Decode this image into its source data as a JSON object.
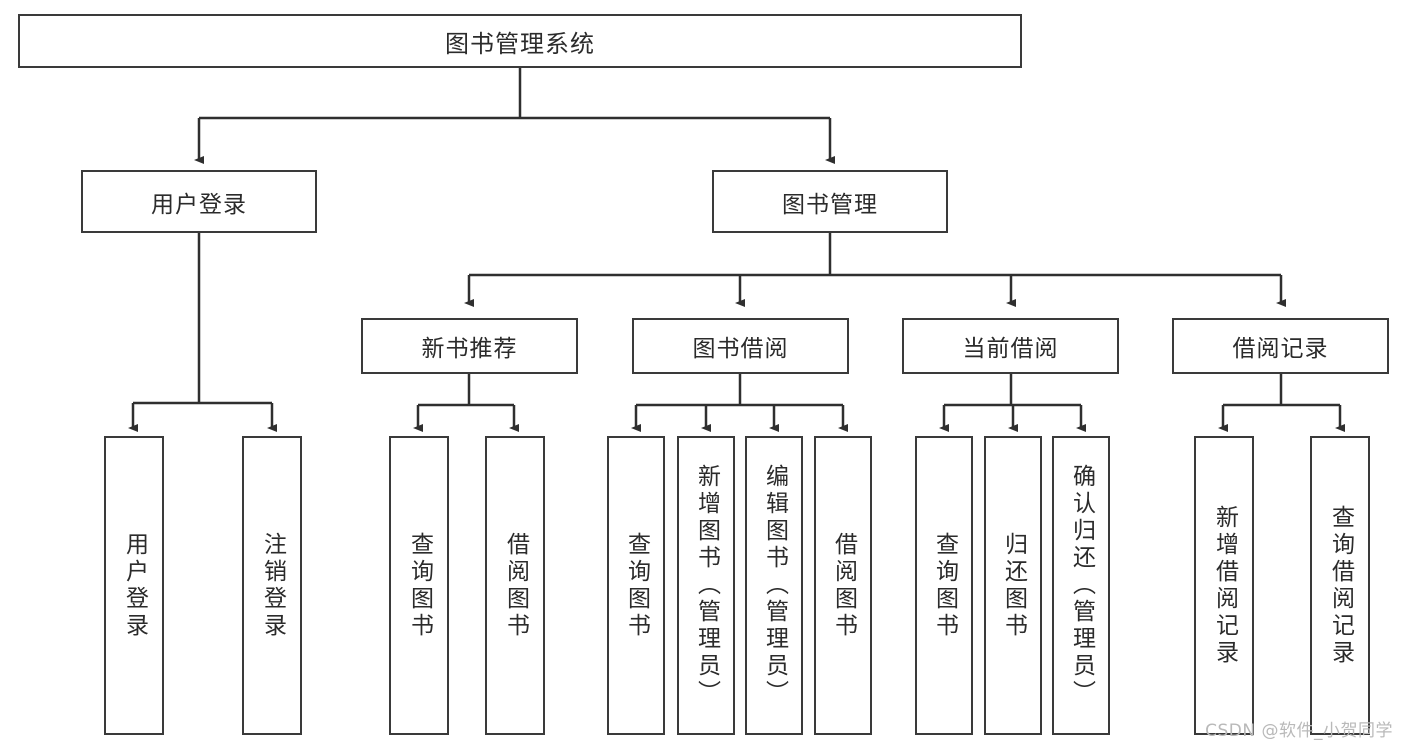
{
  "diagram": {
    "title": "图书管理系统",
    "type": "tree",
    "root": {
      "label": "图书管理系统"
    },
    "level2": [
      {
        "label": "用户登录"
      },
      {
        "label": "图书管理"
      }
    ],
    "level3": [
      {
        "label": "新书推荐"
      },
      {
        "label": "图书借阅"
      },
      {
        "label": "当前借阅"
      },
      {
        "label": "借阅记录"
      }
    ],
    "leaves": {
      "user_login": [
        {
          "label": "用户登录"
        },
        {
          "label": "注销登录"
        }
      ],
      "new_book_recommend": [
        {
          "label": "查询图书"
        },
        {
          "label": "借阅图书"
        }
      ],
      "book_borrow": [
        {
          "label": "查询图书"
        },
        {
          "label": "新增图书（管理员）"
        },
        {
          "label": "编辑图书（管理员）"
        },
        {
          "label": "借阅图书"
        }
      ],
      "current_borrow": [
        {
          "label": "查询图书"
        },
        {
          "label": "归还图书"
        },
        {
          "label": "确认归还（管理员）"
        }
      ],
      "borrow_record": [
        {
          "label": "新增借阅记录"
        },
        {
          "label": "查询借阅记录"
        }
      ]
    }
  },
  "watermark": {
    "text": "CSDN @软件_小贺同学"
  },
  "colors": {
    "border": "#3a3a3a",
    "text": "#2b2b2b",
    "background": "#ffffff",
    "watermark": "#b9b9b9"
  }
}
